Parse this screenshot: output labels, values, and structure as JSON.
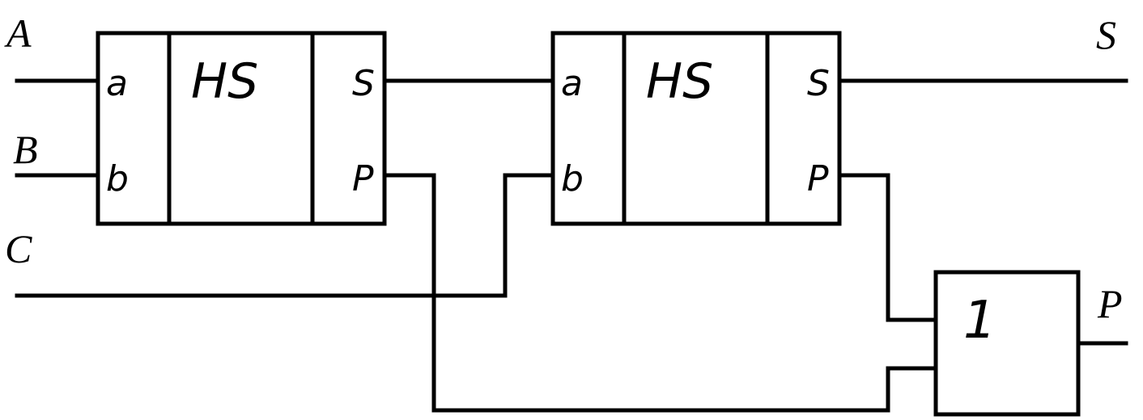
{
  "inputs": {
    "a": "A",
    "b": "B",
    "c": "C"
  },
  "outputs": {
    "s": "S",
    "p": "P"
  },
  "half_adders": [
    {
      "title": "HS",
      "port_a": "a",
      "port_b": "b",
      "port_s": "S",
      "port_p": "P"
    },
    {
      "title": "HS",
      "port_a": "a",
      "port_b": "b",
      "port_s": "S",
      "port_p": "P"
    }
  ],
  "or_gate": {
    "label": "1"
  }
}
